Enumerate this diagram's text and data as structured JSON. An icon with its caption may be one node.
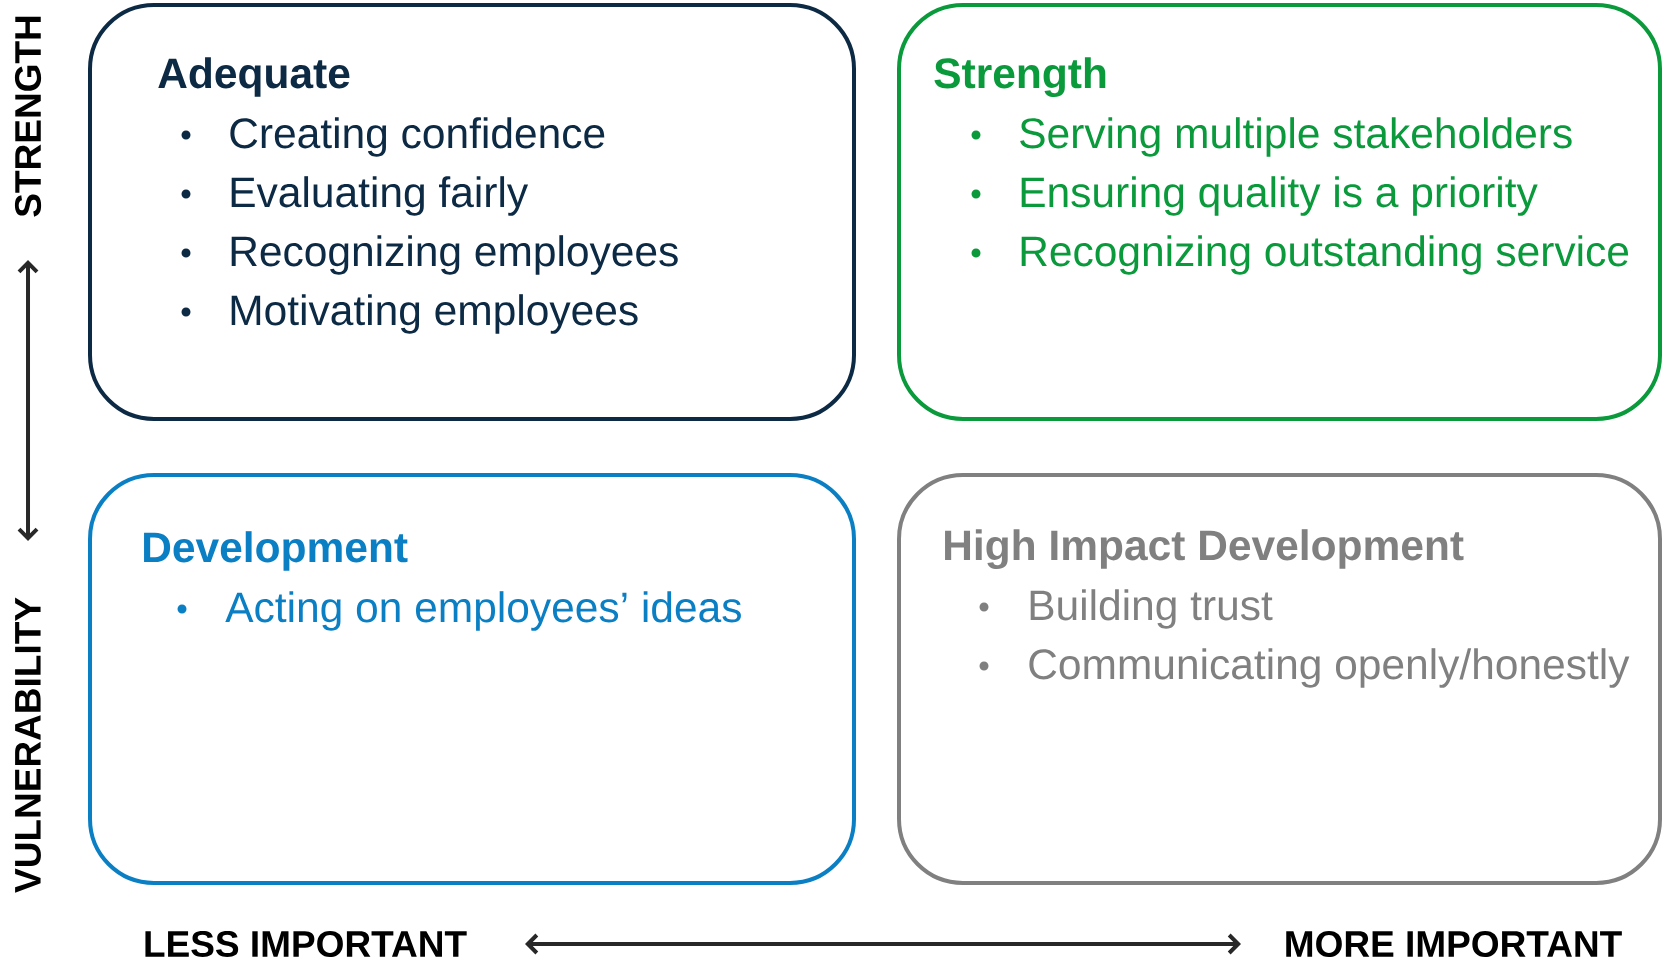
{
  "diagram": {
    "nodes": [
      {
        "text": [
          "Adequate",
          "Creating confidence",
          "Evaluating fairly",
          "Recognizing employees",
          "Motivating employees"
        ]
      },
      {
        "text": [
          "Strength",
          "Serving multiple stakeholders",
          "Ensuring quality is a priority",
          "Recognizing outstanding service"
        ]
      },
      {
        "text": [
          "Development",
          "Acting on employees’ ideas"
        ]
      },
      {
        "text": [
          "High Impact Development",
          "Building trust",
          "Communicating openly/honestly"
        ]
      }
    ],
    "labels": [
      "STRENGTH",
      "VULNERABILITY",
      "LESS IMPORTANT",
      "MORE IMPORTANT"
    ]
  }
}
